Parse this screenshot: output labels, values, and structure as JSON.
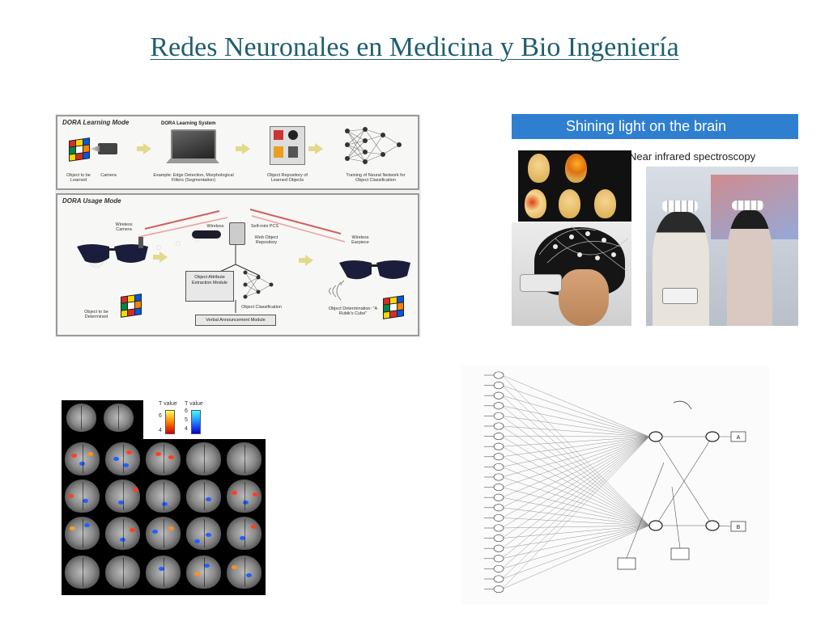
{
  "slide": {
    "title": "Redes Neuronales en Medicina y Bio Ingeniería"
  },
  "dora_figure": {
    "learning_mode_label": "DORA Learning Mode",
    "learning_system_label": "DORA Learning System",
    "usage_mode_label": "DORA Usage Mode",
    "steps_top": [
      "Object to be Learned",
      "Camera",
      "Example: Edge Detection, Morphological Filters (Segmentation)",
      "Object Repository of Learned Objects",
      "Training of Neural Network for Object Classification"
    ],
    "labels_bottom": {
      "wireless_camera": "Wireless Camera",
      "wireless": "Wireless",
      "self_mini_pc": "Self-mini PCS",
      "web_object_repository": "Web Object Repository",
      "wireless_earpiece": "Wireless Earpiece",
      "object_to_be_determined": "Object to be Determined",
      "attribute_module": "Object Attribute Extraction Module",
      "object_classification": "Object Classification",
      "virtual_announcement": "Verbal Announcement Module",
      "object_determination": "Object Determination: \"A Rubik's Cube\""
    },
    "cube_colors": [
      "#d62d20",
      "#ffd700",
      "#0057e7",
      "#008744",
      "#ffffff",
      "#ff7f00",
      "#ffd700",
      "#d62d20",
      "#0057e7"
    ]
  },
  "nirs_figure": {
    "banner": "Shining light on the brain",
    "subtitle": "Near infrared spectroscopy",
    "banner_color": "#2f7fd1"
  },
  "fmri_figure": {
    "legend_warm_header": "T value",
    "legend_cool_header": "T value",
    "warm_ticks": [
      "6",
      "4"
    ],
    "cool_ticks": [
      "6",
      "5",
      "4"
    ]
  },
  "sem_figure": {
    "right_box_top": "A",
    "right_box_bottom": "B"
  }
}
